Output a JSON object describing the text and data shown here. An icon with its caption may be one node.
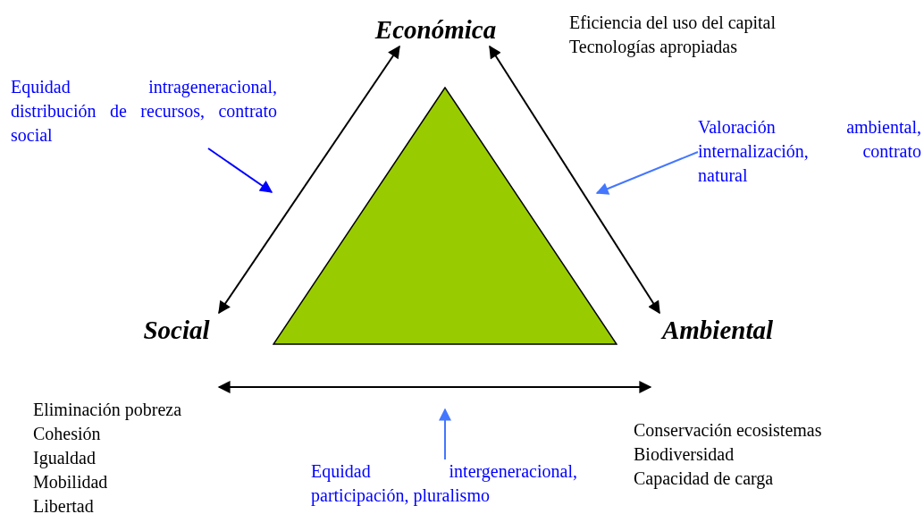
{
  "diagram": {
    "nodes": [
      {
        "text": [
          "Económica"
        ],
        "beside": [
          "Eficiencia del uso del capital",
          "Tecnologías apropiadas"
        ]
      },
      {
        "text": [
          "Social"
        ],
        "beside": [
          "Eliminación pobreza",
          "Cohesión",
          "Igualdad",
          "Mobilidad",
          "Libertad"
        ]
      },
      {
        "text": [
          "Ambiental"
        ],
        "beside": [
          "Conservación ecosistemas",
          "Biodiversidad",
          "Capacidad de carga"
        ]
      },
      {
        "text": [],
        "shape": "triangle"
      },
      {
        "text": [
          "Equidad intrageneracional, distribución de recursos, contrato social"
        ]
      },
      {
        "text": [
          "Valoración ambiental, internalización, contrato natural"
        ]
      },
      {
        "text": [
          "Equidad intergeneracional, participación, pluralismo"
        ]
      }
    ],
    "edges": [
      {
        "from": 0,
        "to": 1,
        "arrow": "both"
      },
      {
        "from": 0,
        "to": 2,
        "arrow": "both"
      },
      {
        "from": 1,
        "to": 2,
        "arrow": "both"
      },
      {
        "from": 4,
        "to": null,
        "arrow": "to",
        "color": "#0000ff"
      },
      {
        "from": 5,
        "to": null,
        "arrow": "to",
        "color": "#4477ff"
      },
      {
        "from": 6,
        "to": null,
        "arrow": "to",
        "color": "#4477ff"
      }
    ]
  }
}
